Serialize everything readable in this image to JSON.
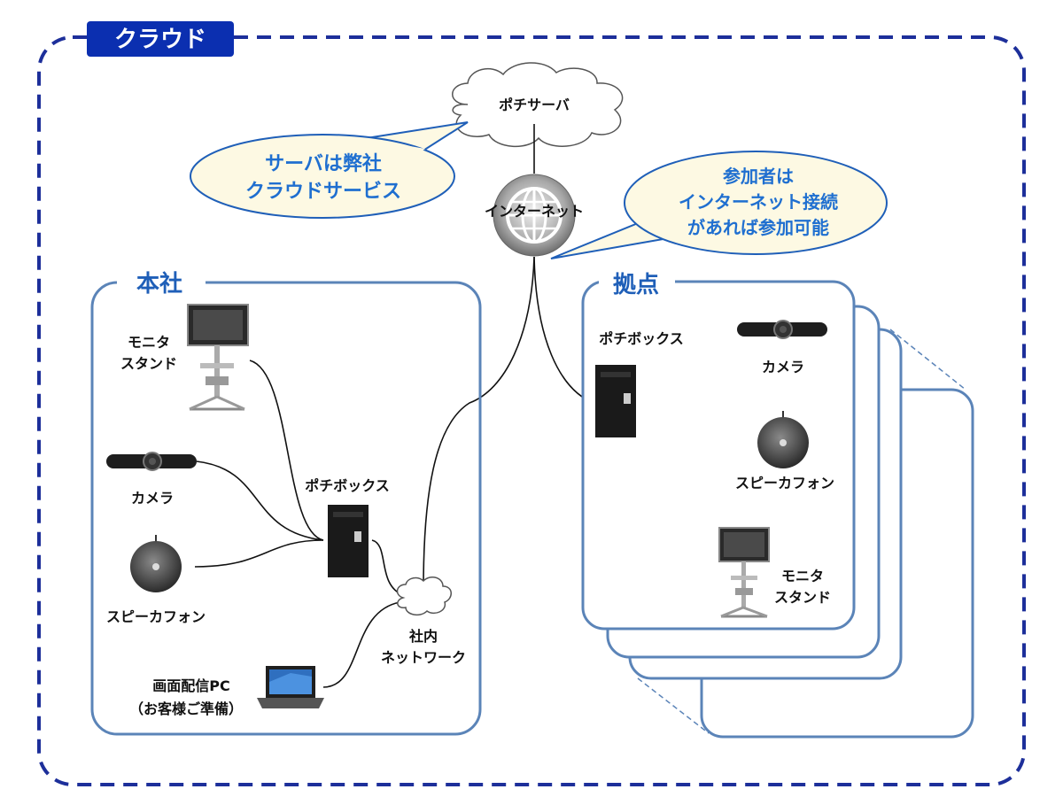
{
  "cloud_label": "クラウド",
  "server": {
    "label": "ポチサーバ"
  },
  "internet": {
    "label": "インターネット"
  },
  "bubble_left": {
    "line1": "サーバは弊社",
    "line2": "クラウドサービス"
  },
  "bubble_right": {
    "line1": "参加者は",
    "line2": "インターネット接続",
    "line3": "があれば参加可能"
  },
  "hq": {
    "title": "本社",
    "monitor": {
      "line1": "モニタ",
      "line2": "スタンド"
    },
    "camera": "カメラ",
    "speaker": "スピーカフォン",
    "box": "ポチボックス",
    "lan": {
      "line1": "社内",
      "line2": "ネットワーク"
    },
    "pc": {
      "line1": "画面配信PC",
      "line2": "（お客様ご準備）"
    }
  },
  "site": {
    "title": "拠点",
    "box": "ポチボックス",
    "camera": "カメラ",
    "speaker": "スピーカフォン",
    "monitor": {
      "line1": "モニタ",
      "line2": "スタンド"
    }
  },
  "colors": {
    "dash": "#1d2f9a",
    "panel": "#5b84b8",
    "tag": "#0b2fb0",
    "accent": "#1f6fd0"
  }
}
